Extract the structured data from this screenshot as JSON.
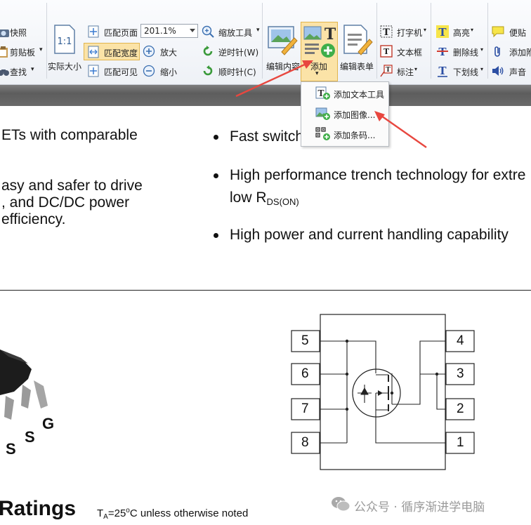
{
  "toolbar": {
    "snapshot": "快照",
    "clipboard": "剪贴板",
    "find": "查找",
    "actual_size": "实际大小",
    "fit_page": "匹配页面",
    "fit_width": "匹配宽度",
    "fit_visible": "匹配可见",
    "zoom_value": "201.1%",
    "zoom_in": "放大",
    "zoom_out": "缩小",
    "zoom_tool": "缩放工具",
    "rotate_ccw": "逆时针(W)",
    "rotate_cw": "顺时针(C)",
    "edit_content": "编辑内容",
    "add": "添加",
    "edit_form": "编辑表单",
    "typewriter": "打字机",
    "textbox": "文本框",
    "callout": "标注",
    "highlight": "高亮",
    "strikeout": "删除线",
    "underline": "下划线",
    "sticky_note": "便贴",
    "add_attachment": "添加附",
    "sound": "声音"
  },
  "add_menu": {
    "items": [
      "添加文本工具",
      "添加图像...",
      "添加条码..."
    ]
  },
  "document": {
    "left_lines": [
      "ETs  with  comparable",
      "asy and safer to drive",
      ",  and  DC/DC  power",
      "efficiency."
    ],
    "bullets": [
      {
        "text": "Fast switch"
      },
      {
        "text": "High performance trench technology for extre",
        "text2_main": "low R",
        "text2_sub": "DS(ON)"
      },
      {
        "text": "High power and current handling capability"
      }
    ],
    "pins": [
      "5",
      "6",
      "7",
      "8",
      "4",
      "3",
      "2",
      "1"
    ],
    "pkg_labels": [
      "G",
      "S",
      "S"
    ],
    "ratings_title": "Ratings",
    "ratings_note_pre": "T",
    "ratings_note_sub": "A",
    "ratings_note_post": "=25",
    "ratings_note_sup": "o",
    "ratings_note_tail": "C unless otherwise noted"
  },
  "watermark": {
    "text": "公众号 · 循序渐进学电脑"
  },
  "colors": {
    "accent_arrow": "#e8473f",
    "selected_button": "#fbe3a7",
    "band": "#6a6a6a"
  }
}
